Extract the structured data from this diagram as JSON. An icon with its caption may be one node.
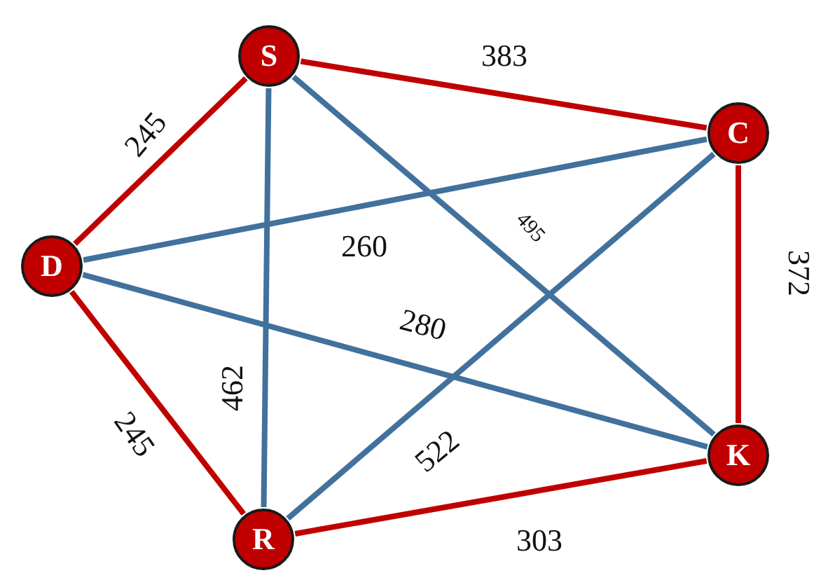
{
  "diagram": {
    "nodes": [
      {
        "text": [
          "S"
        ]
      },
      {
        "text": [
          "C"
        ]
      },
      {
        "text": [
          "D"
        ]
      },
      {
        "text": [
          "K"
        ]
      },
      {
        "text": [
          "R"
        ]
      }
    ],
    "edges": [
      {
        "from": 0,
        "to": 1,
        "arrow": "none",
        "label": "383",
        "color": "#c00000"
      },
      {
        "from": 2,
        "to": 0,
        "arrow": "none",
        "label": "245",
        "color": "#c00000"
      },
      {
        "from": 1,
        "to": 3,
        "arrow": "none",
        "label": "372",
        "color": "#c00000"
      },
      {
        "from": 2,
        "to": 4,
        "arrow": "none",
        "label": "245",
        "color": "#c00000"
      },
      {
        "from": 4,
        "to": 3,
        "arrow": "none",
        "label": "303",
        "color": "#c00000"
      },
      {
        "from": 2,
        "to": 1,
        "arrow": "none",
        "label": "260",
        "color": "#41719c"
      },
      {
        "from": 0,
        "to": 3,
        "arrow": "none",
        "label": "495",
        "color": "#41719c"
      },
      {
        "from": 2,
        "to": 3,
        "arrow": "none",
        "label": "280",
        "color": "#41719c"
      },
      {
        "from": 0,
        "to": 4,
        "arrow": "none",
        "label": "462",
        "color": "#41719c"
      },
      {
        "from": 4,
        "to": 1,
        "arrow": "none",
        "label": "522",
        "color": "#41719c"
      }
    ]
  }
}
